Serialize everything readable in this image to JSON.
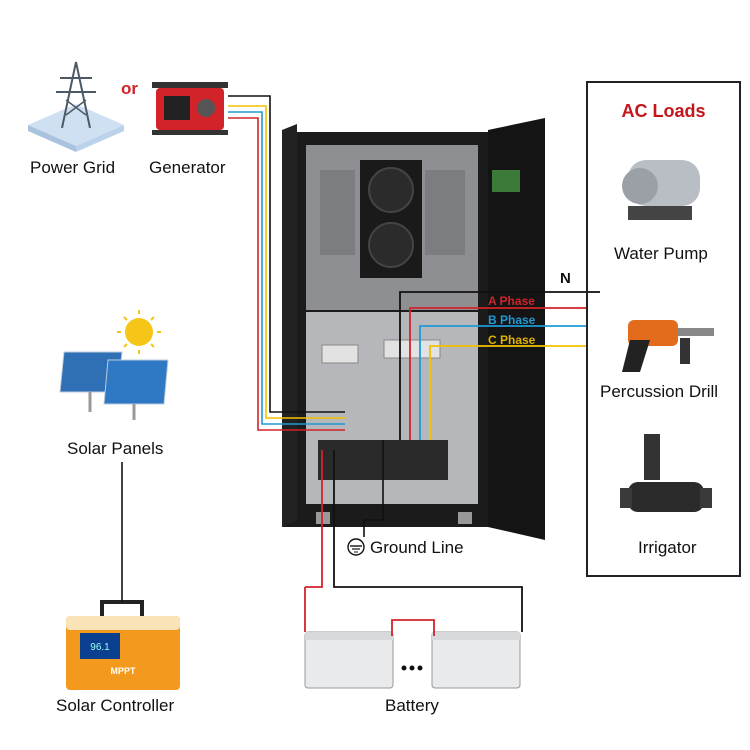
{
  "sources": {
    "power_grid": "Power Grid",
    "or": "or",
    "generator": "Generator",
    "solar_panels": "Solar Panels",
    "solar_controller": "Solar Controller",
    "battery": "Battery"
  },
  "ac_loads": {
    "title": "AC Loads",
    "items": [
      "Water Pump",
      "Percussion Drill",
      "Irrigator"
    ]
  },
  "wiring": {
    "neutral": "N",
    "phases": [
      "A Phase",
      "B Phase",
      "C Phase"
    ],
    "ground_line": "Ground Line"
  },
  "controller_display": "96.1",
  "controller_brand": "MPPT",
  "colors": {
    "phase_a": "#d2232a",
    "phase_b": "#1e9ad6",
    "phase_c": "#f2c200",
    "neutral": "#111111",
    "accent_red": "#c4161c",
    "cabinet": "#1b1b1b",
    "controller_orange": "#f39a1e"
  }
}
